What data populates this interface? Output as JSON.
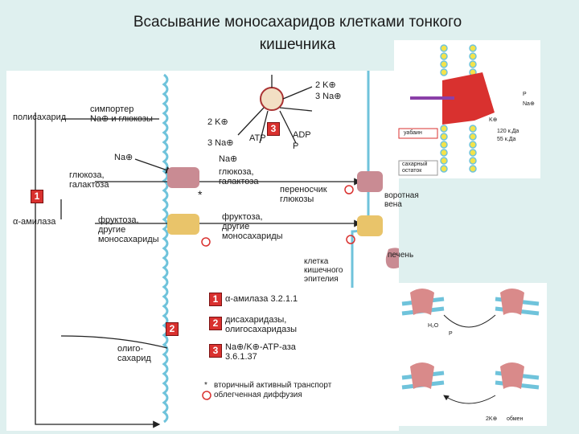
{
  "title": {
    "line1": "Всасывание моносахаридов клетками тонкого",
    "line2": "кишечника"
  },
  "diagram": {
    "polysaccharide": "полисахарид",
    "symporter": "симпортер\nNa⊕ и глюкозы",
    "na_left": "Na⊕",
    "glucose_galactose_left": "глюкоза,\nгалактоза",
    "alpha_amylase": "α-амилаза",
    "fructose_left": "фруктоза,\nдругие\nмоносахариды",
    "oligosaccharide": "олиго-\nсахарид",
    "k2_top": "2 K⊕",
    "na3_top": "3 Na⊕",
    "k2_mid": "2 K⊕",
    "na3_mid": "3 Na⊕",
    "atp": "ATP",
    "adp": "ADP",
    "p": "P",
    "na_right": "Na⊕",
    "glucose_galactose_right": "глюкоза,\nгалактоза",
    "glucose_carrier": "переносчик\nглюкозы",
    "fructose_right": "фруктоза,\nдругие\nмоносахариды",
    "portal_vein": "воротная\nвена",
    "liver": "печень",
    "cell_label": "клетка\nкишечного\nэпителия",
    "star": "*",
    "box1": "1",
    "box2": "2",
    "box3": "3",
    "legend": [
      {
        "num": "1",
        "text": "α-амилаза 3.2.1.1"
      },
      {
        "num": "2",
        "text": "дисахаридазы,\nолигосахаридазы"
      },
      {
        "num": "3",
        "text": "Na⊕/K⊕-АТР-аза\n3.6.1.37"
      }
    ],
    "legend_star": "вторичный активный транспорт",
    "legend_circle": "облегченная диффузия"
  },
  "inset_top": {
    "k": "K⊕",
    "na": "Na⊕",
    "p": "P",
    "kda120": "120 к.Да",
    "kda55": "55 к.Да",
    "ubain": "уабаин",
    "sugar_residue": "сахарный\nостаток"
  },
  "inset_bottom": {
    "h2o": "H₂O",
    "p": "P",
    "k2": "2K⊕",
    "exchange": "обмен"
  },
  "colors": {
    "membrane": "#7ec9de",
    "vein": "#ffffff",
    "pump": "#d9312f",
    "carrier_pink": "#c98b93",
    "carrier_yellow": "#e9c46a"
  }
}
